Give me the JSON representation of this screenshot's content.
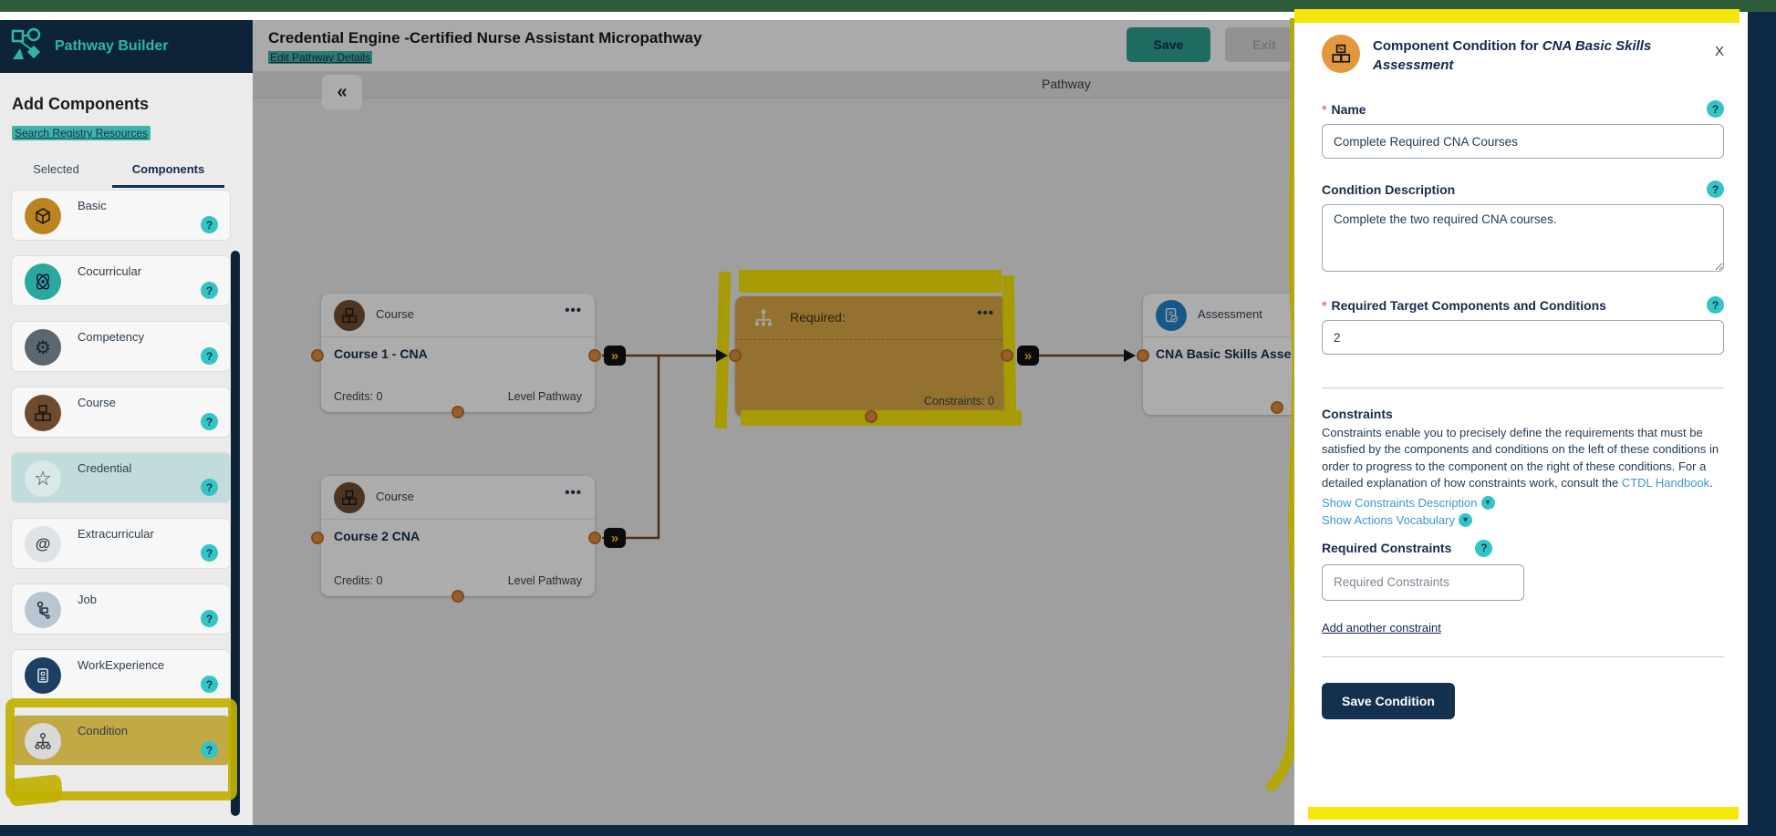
{
  "ui": {
    "help_glyph": "?",
    "menu_glyph": "•••",
    "chevron_glyph": "»",
    "caret_glyph": "▾",
    "required_glyph": "*",
    "accent_teal": "#2a9d8f",
    "accent_yellow": "#f6e70b",
    "navy": "#14304f"
  },
  "sidebar": {
    "app_title": "Pathway Builder",
    "heading": "Add Components",
    "search_link": "Search Registry Resources",
    "tabs": [
      {
        "label": "Selected",
        "active": false
      },
      {
        "label": "Components",
        "active": true
      }
    ],
    "items": [
      {
        "label": "Basic",
        "icon": "cube-icon",
        "color": "#bc8420"
      },
      {
        "label": "Cocurricular",
        "icon": "atom-icon",
        "color": "#2aa8a0"
      },
      {
        "label": "Competency",
        "icon": "gear-icon",
        "color": "#5b6770"
      },
      {
        "label": "Course",
        "icon": "stacked-cubes-icon",
        "color": "#6e4a2f"
      },
      {
        "label": "Credential",
        "icon": "star-icon",
        "color": "#c2dcdc"
      },
      {
        "label": "Extracurricular",
        "icon": "target-icon",
        "color": "#dfe3e6"
      },
      {
        "label": "Job",
        "icon": "hand-truck-icon",
        "color": "#b9c6d2"
      },
      {
        "label": "WorkExperience",
        "icon": "badge-icon",
        "color": "#1d3f63"
      },
      {
        "label": "Condition",
        "icon": "hierarchy-icon",
        "color": "#d9d9d9"
      }
    ]
  },
  "header": {
    "title": "Credential Engine -Certified Nurse Assistant Micropathway",
    "edit_link": "Edit Pathway Details",
    "save_label": "Save",
    "exit_label": "Exit"
  },
  "canvas": {
    "toolbar_title": "Pathway",
    "collapse_glyph": "«",
    "nodes": {
      "course1": {
        "type": "Course",
        "title": "Course 1 - CNA",
        "credits": "Credits: 0",
        "level": "Level Pathway"
      },
      "course2": {
        "type": "Course",
        "title": "Course 2 CNA",
        "credits": "Credits: 0",
        "level": "Level Pathway"
      },
      "required": {
        "title": "Required:",
        "constraints": "Constraints: 0"
      },
      "assessment": {
        "type": "Assessment",
        "title": "CNA Basic Skills Assessment"
      }
    }
  },
  "panel": {
    "title_prefix": "Component Condition for ",
    "title_target": "CNA Basic Skills Assessment",
    "close_label": "X",
    "name_label": "Name",
    "name_value": "Complete Required CNA Courses",
    "description_label": "Condition Description",
    "description_value": "Complete the two required CNA courses.",
    "target_label": "Required Target Components and Conditions",
    "target_value": "2",
    "constraints_heading": "Constraints",
    "constraints_body_before_link": "Constraints enable you to precisely define the requirements that must be satisfied by the components and conditions on the left of these conditions in order to progress to the component on the right of these conditions. For a detailed explanation of how constraints work, consult the ",
    "constraints_link_text": "CTDL Handbook",
    "constraints_body_after_link": ".",
    "show_constraints_link": "Show Constraints Description",
    "show_actions_link": "Show Actions Vocabulary",
    "required_constraints_label": "Required Constraints",
    "required_constraints_placeholder": "Required Constraints",
    "add_constraint_link": "Add another constraint",
    "save_button": "Save Condition"
  }
}
